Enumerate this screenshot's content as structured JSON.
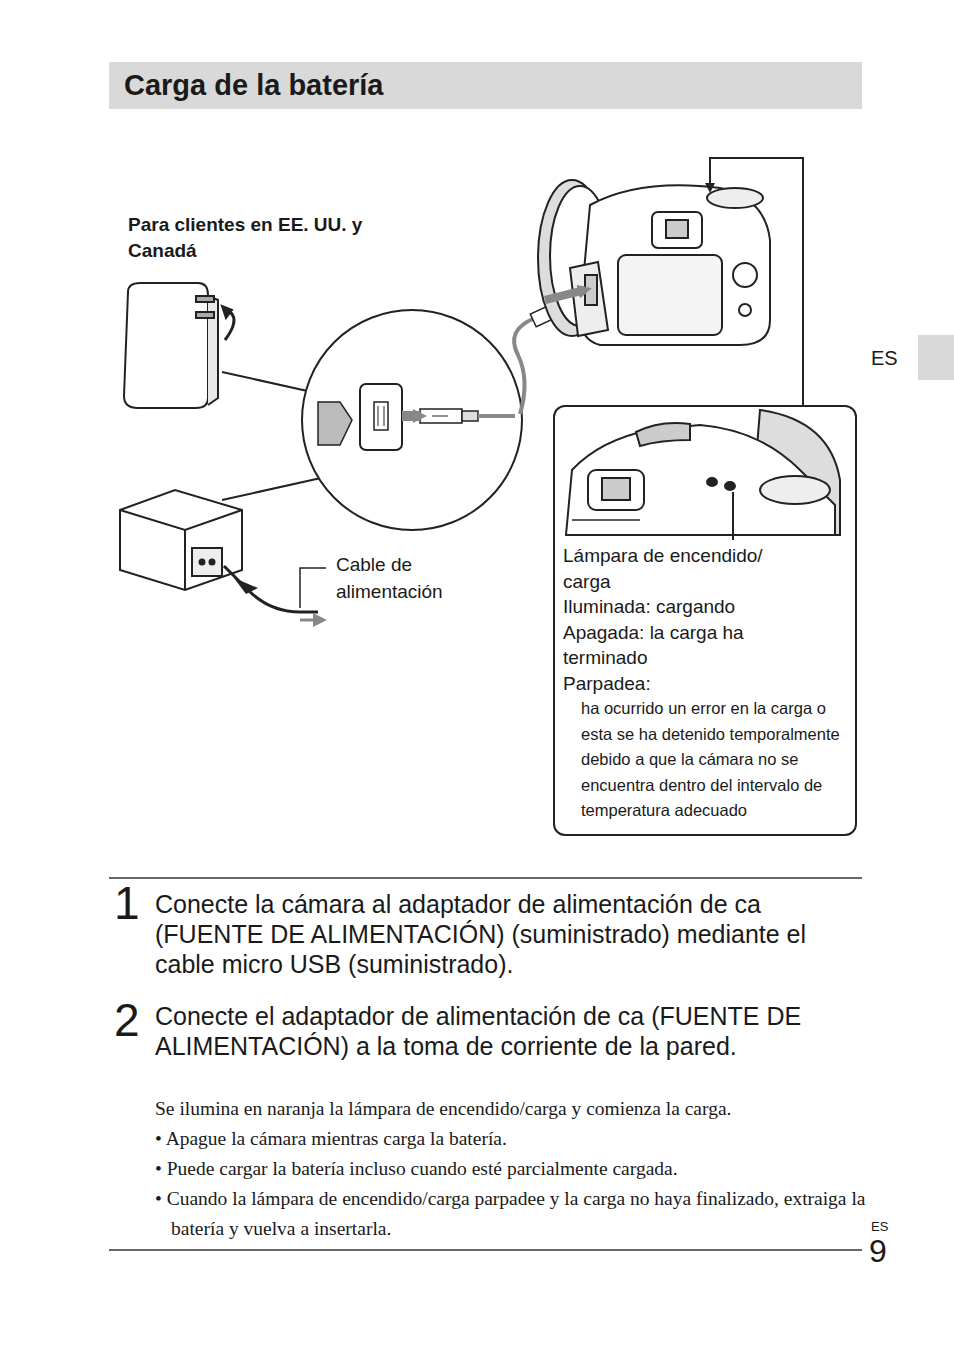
{
  "diagram": {
    "title": "Carga de la batería",
    "nodes": [
      {
        "text": [
          "Lámpara de encendido/ carga",
          "Iluminada: cargando",
          "Apagada: la carga ha terminado",
          "Parpadea:",
          "ha ocurrido un error en la carga o esta se ha detenido temporalmente debido a que la cámara no se encuentra dentro del intervalo de temperatura adecuado"
        ]
      }
    ],
    "labels": [
      "Para clientes en EE. UU. y Canadá",
      "Cable de alimentación",
      "ES",
      "1",
      "Conecte la cámara al adaptador de alimentación de ca (FUENTE DE ALIMENTACIÓN) (suministrado) mediante el cable micro USB (suministrado).",
      "2",
      "Conecte el adaptador de alimentación de ca (FUENTE DE ALIMENTACIÓN) a la toma de corriente de la pared.",
      "Se ilumina en naranja la lámpara de encendido/carga y comienza la carga.",
      "• Apague la cámara mientras carga la batería.",
      "• Puede cargar la batería incluso cuando esté parcialmente cargada.",
      "• Cuando la lámpara de encendido/carga parpadee y la carga no haya finalizado, extraiga la batería y vuelva a insertarla.",
      "ES",
      "9"
    ]
  }
}
